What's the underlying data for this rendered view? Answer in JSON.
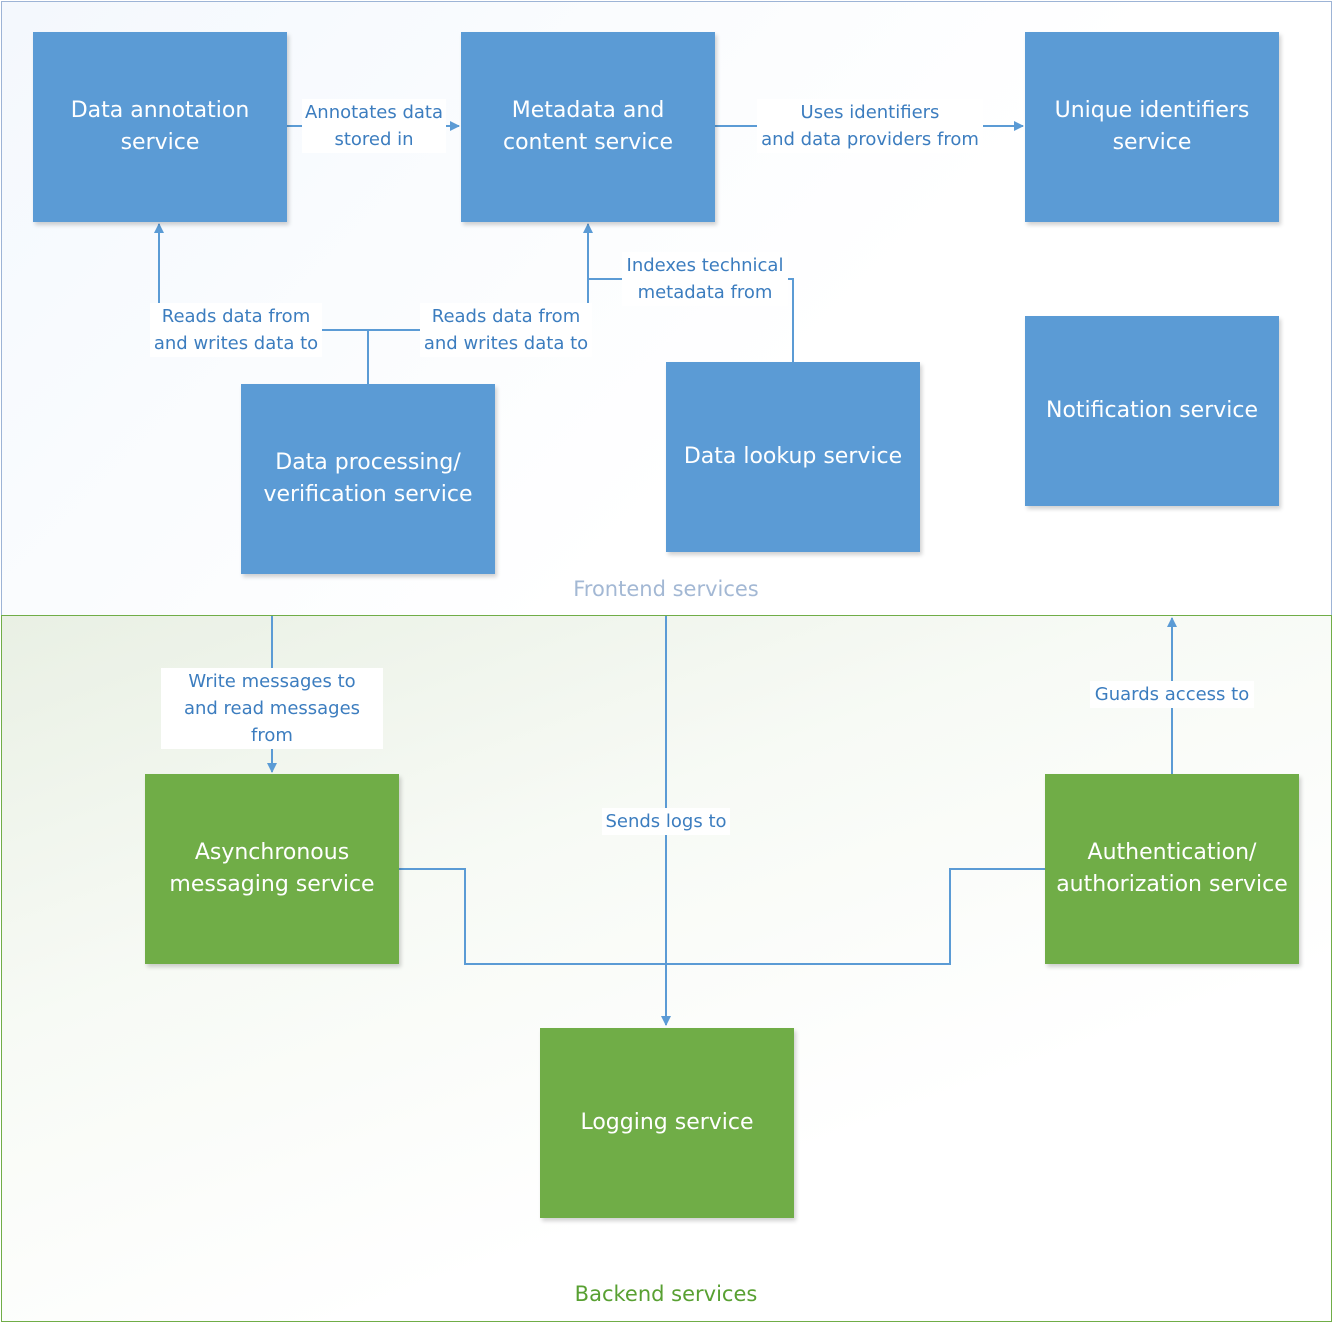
{
  "regions": {
    "frontend": {
      "title": "Frontend services",
      "color": "#9db4d6"
    },
    "backend": {
      "title": "Backend services",
      "color": "#70ad47"
    }
  },
  "colors": {
    "frontend_box": "#5b9bd5",
    "backend_box": "#70ad47",
    "connector": "#5b9bd5",
    "label_text": "#3c7dbf"
  },
  "nodes": {
    "data_annotation": "Data annotation\nservice",
    "metadata_content": "Metadata and\ncontent service",
    "unique_identifiers": "Unique identifiers\nservice",
    "data_processing": "Data processing/\nverification service",
    "data_lookup": "Data lookup service",
    "notification": "Notification service",
    "async_messaging": "Asynchronous\nmessaging service",
    "auth": "Authentication/\nauthorization service",
    "logging": "Logging service"
  },
  "edges": {
    "annotates": "Annotates data\nstored in",
    "uses_identifiers": "Uses identifiers\nand data providers from",
    "indexes": "Indexes technical\nmetadata from",
    "reads_left": "Reads data from\nand writes data to",
    "reads_right": "Reads data from\nand writes data to",
    "messages": "Write messages to\nand read messages from",
    "sends_logs": "Sends logs to",
    "guards": "Guards access to"
  }
}
